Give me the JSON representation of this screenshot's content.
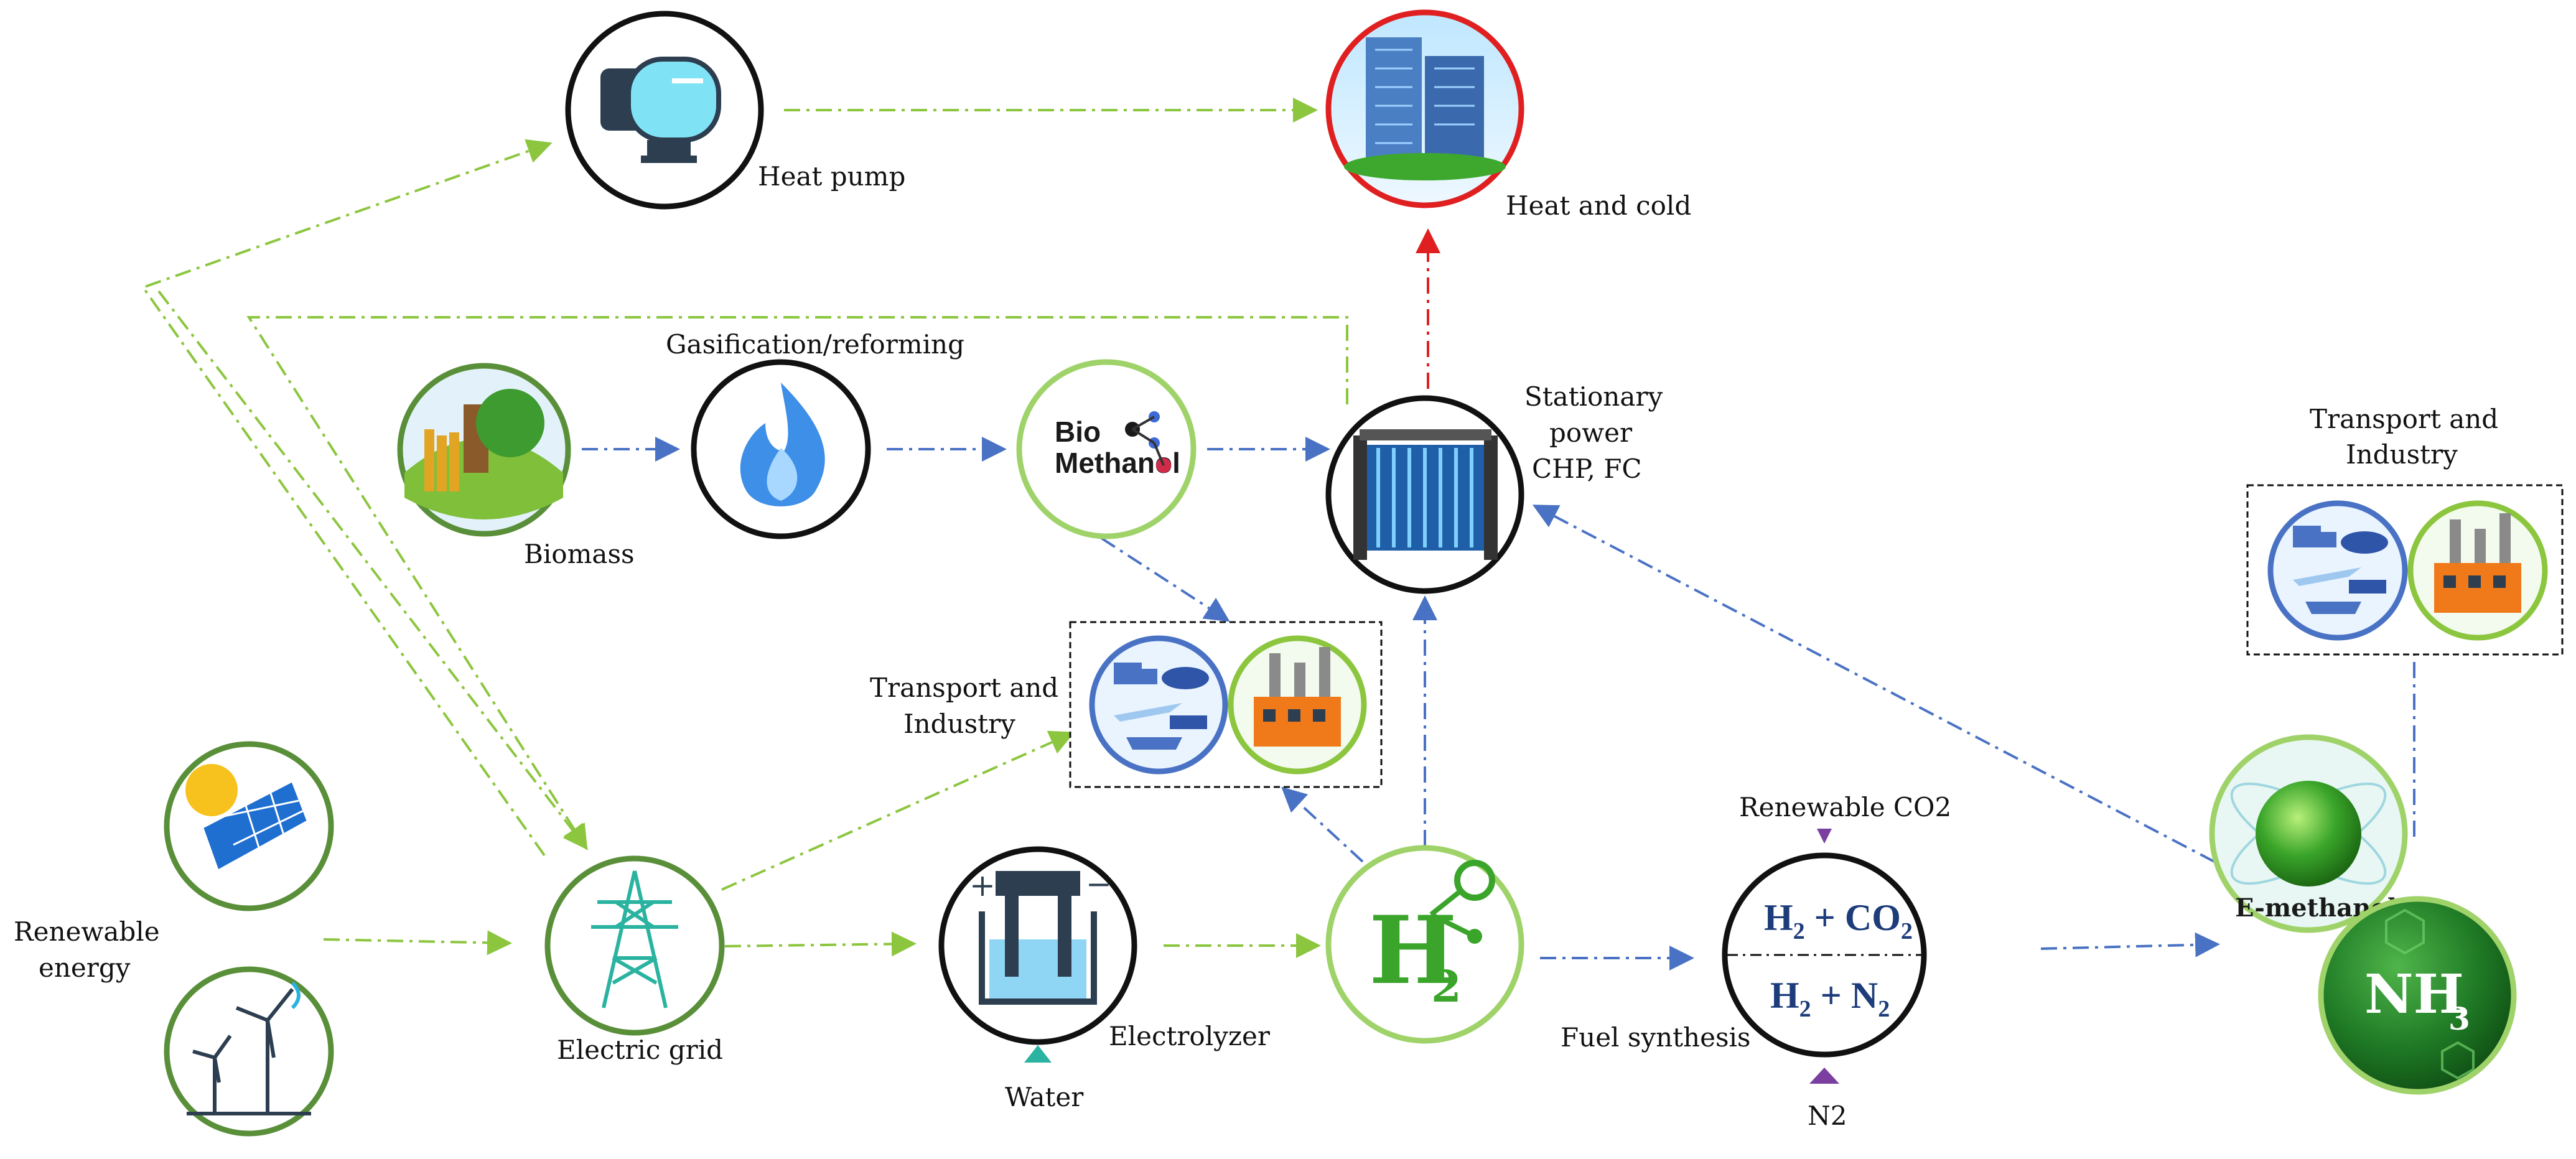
{
  "colors": {
    "green_line": "#8cc63f",
    "blue_line": "#4a72c4",
    "red_line": "#e02020",
    "ring_dark_green": "#5a8f3a",
    "ring_light_green": "#9fd36a",
    "ring_black": "#111111",
    "ring_red": "#e02020",
    "ring_blue": "#4a72c4",
    "marker_teal": "#2ab3a0",
    "marker_purple": "#7b3fa0"
  },
  "labels": {
    "heat_pump": "Heat pump",
    "heat_and_cold": "Heat and cold",
    "gasification": "Gasification/reforming",
    "biomass": "Biomass",
    "stationary_1": "Stationary",
    "stationary_2": "power",
    "stationary_3": "CHP, FC",
    "transport_mid_1": "Transport and",
    "transport_mid_2": "Industry",
    "transport_right_1": "Transport and",
    "transport_right_2": "Industry",
    "renewable_1": "Renewable",
    "renewable_2": "energy",
    "electric_grid": "Electric grid",
    "electrolyzer": "Electrolyzer",
    "water": "Water",
    "renewable_co2": "Renewable CO2",
    "fuel_synthesis": "Fuel synthesis",
    "n2": "N2",
    "e_methanol": "E-methanol"
  },
  "node_text": {
    "bio_line1": "Bio",
    "bio_line2": "Methanol",
    "h2_top": "H",
    "h2_sub": "2",
    "reaction_top_a": "H",
    "reaction_top_sub": "2",
    "reaction_top_b": " + CO",
    "reaction_top_sub2": "2",
    "reaction_bottom_a": "H",
    "reaction_bottom_sub": "2",
    "reaction_bottom_b": " + N",
    "reaction_bottom_sub2": "2",
    "nh3_main": "NH",
    "nh3_sub": "3"
  },
  "icons": [
    "heat-pump-icon",
    "skyscraper-icon",
    "biomass-icon",
    "flame-icon",
    "bio-methanol-icon",
    "fuel-cell-stack-icon",
    "solar-panel-icon",
    "wind-turbine-icon",
    "transmission-tower-icon",
    "electrolyzer-icon",
    "hydrogen-molecule-icon",
    "vehicles-icon",
    "factory-icon",
    "methanol-sphere-icon",
    "ammonia-sphere-icon"
  ]
}
